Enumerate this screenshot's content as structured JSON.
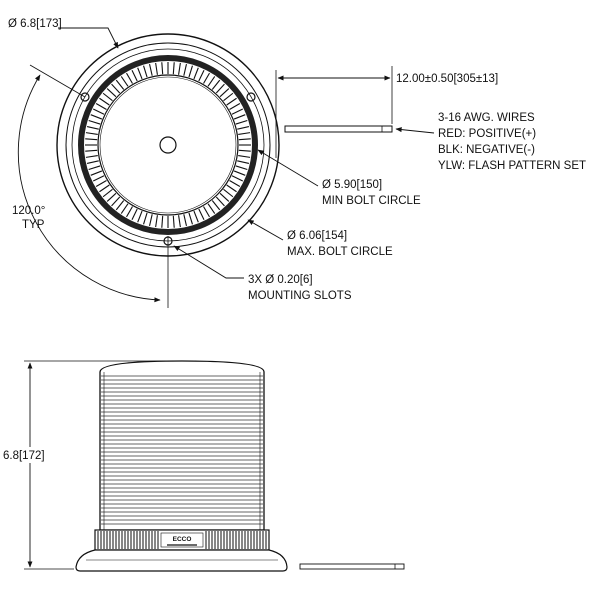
{
  "top_view": {
    "lens_dia": "Ø 6.8[173]",
    "angle_value": "120.0°",
    "angle_note": "TYP",
    "min_bolt_dia": "Ø 5.90[150]",
    "min_bolt_label": "MIN BOLT CIRCLE",
    "max_bolt_dia": "Ø 6.06[154]",
    "max_bolt_label": "MAX. BOLT CIRCLE",
    "slots_qty": "3X Ø 0.20[6]",
    "slots_label": "MOUNTING SLOTS"
  },
  "wire": {
    "length": "12.00±0.50[305±13]",
    "notes": [
      "3-16 AWG. WIRES",
      "RED: POSITIVE(+)",
      "BLK: NEGATIVE(-)",
      "YLW: FLASH PATTERN SET"
    ]
  },
  "side_view": {
    "height": "6.8[172]",
    "base_marking": "ECCO"
  }
}
